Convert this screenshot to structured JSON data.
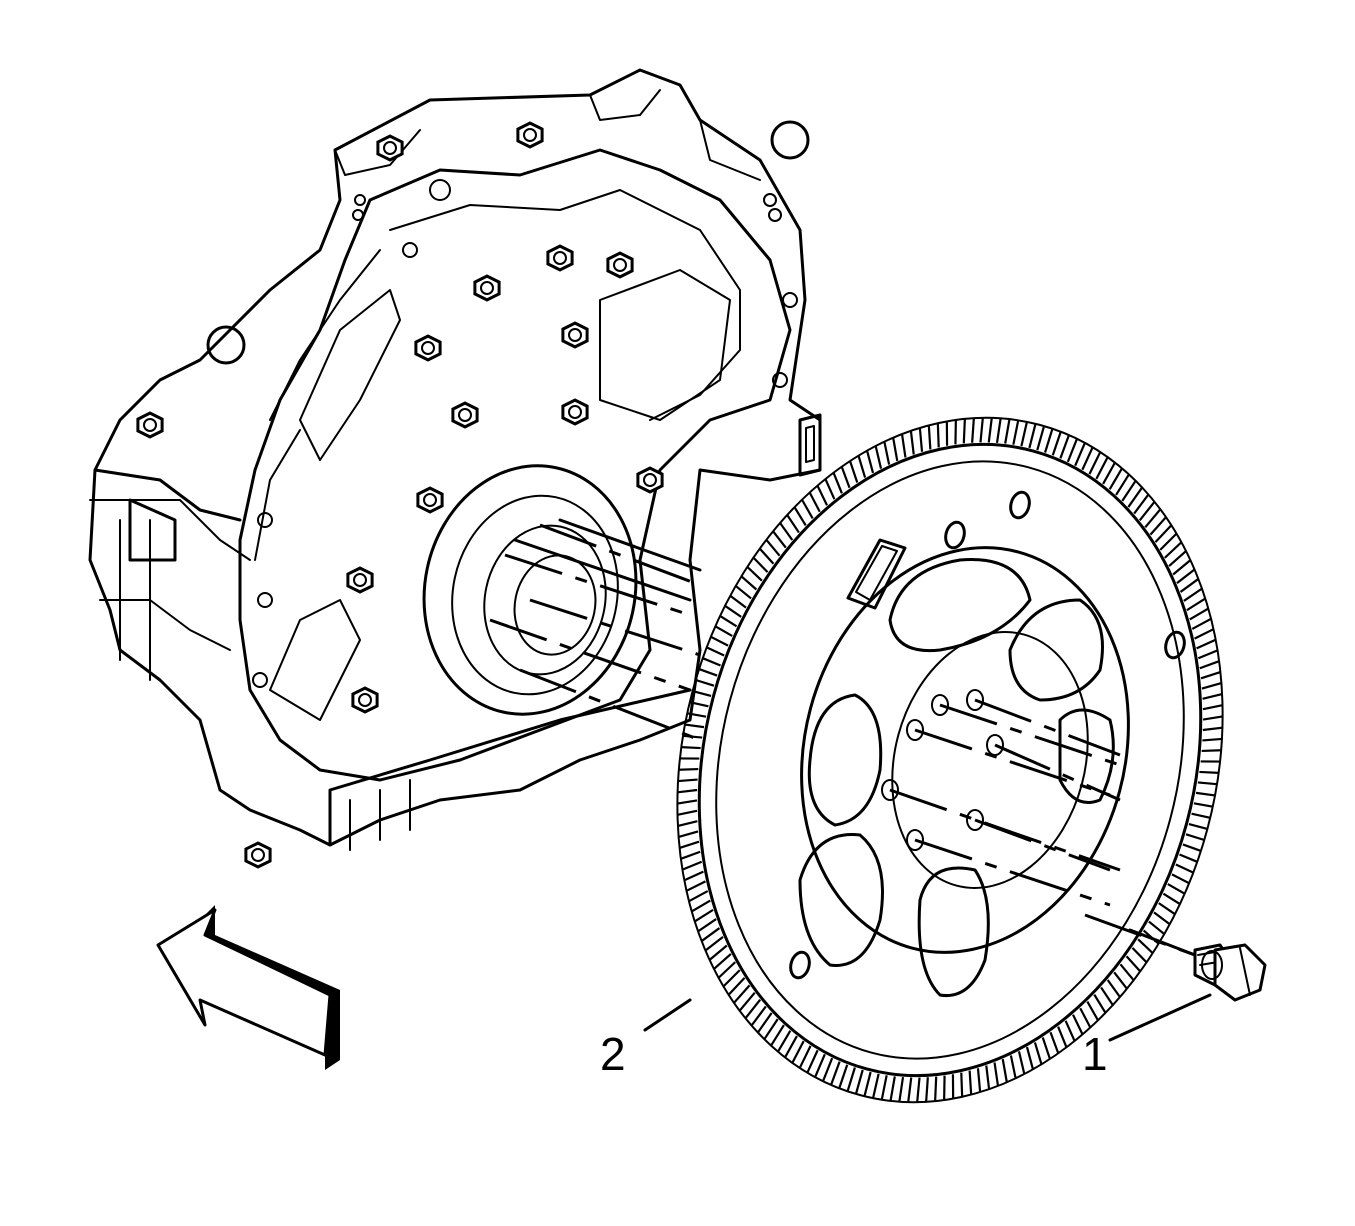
{
  "callouts": [
    {
      "id": "1",
      "label": "1"
    },
    {
      "id": "2",
      "label": "2"
    }
  ],
  "colors": {
    "line": "#000000",
    "background": "#ffffff"
  },
  "icons": [
    "direction-arrow-icon",
    "bolt-icon"
  ]
}
